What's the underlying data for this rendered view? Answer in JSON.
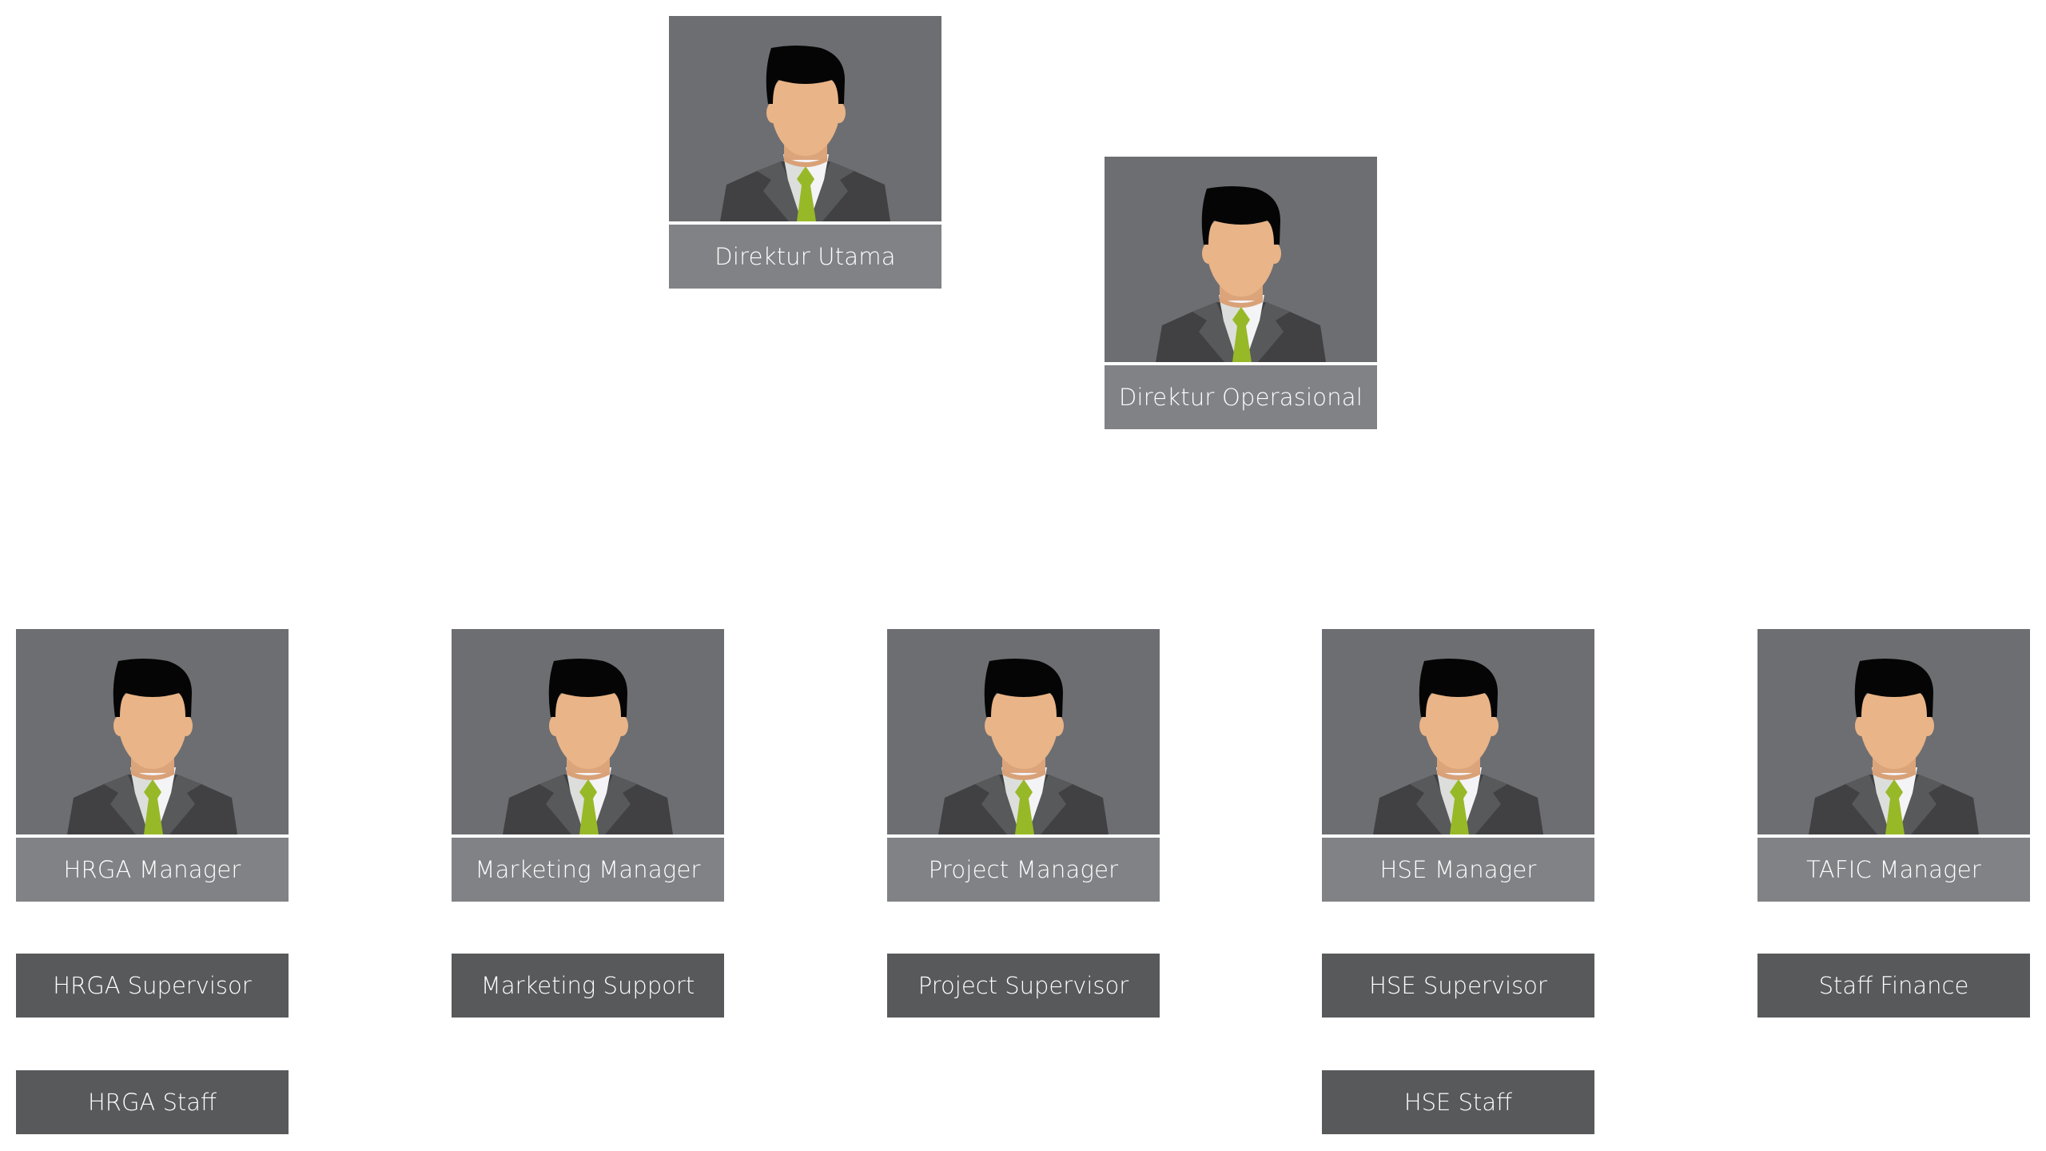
{
  "colors": {
    "photo_bg": "#6d6e72",
    "label_bg": "#818286",
    "sub_box_bg": "#58595b",
    "tie": "#97b927",
    "skin": "#e9b487"
  },
  "directors": [
    {
      "title": "Direktur Utama",
      "icon": "person-avatar-icon"
    },
    {
      "title": "Direktur Operasional",
      "icon": "person-avatar-icon"
    }
  ],
  "managers": [
    {
      "title": "HRGA Manager",
      "subordinates": [
        "HRGA Supervisor",
        "HRGA Staff"
      ]
    },
    {
      "title": "Marketing Manager",
      "subordinates": [
        "Marketing Support"
      ]
    },
    {
      "title": "Project Manager",
      "subordinates": [
        "Project Supervisor"
      ]
    },
    {
      "title": "HSE Manager",
      "subordinates": [
        "HSE Supervisor",
        "HSE Staff"
      ]
    },
    {
      "title": "TAFIC Manager",
      "subordinates": [
        "Staff Finance"
      ]
    }
  ]
}
